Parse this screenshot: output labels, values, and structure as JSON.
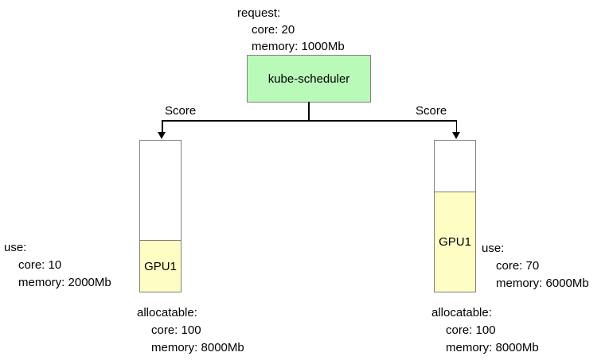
{
  "diagram": {
    "request": {
      "heading": "request:",
      "core": "core: 20",
      "memory": "memory: 1000Mb"
    },
    "scheduler": {
      "label": "kube-scheduler"
    },
    "edges": {
      "left": {
        "label": "Score"
      },
      "right": {
        "label": "Score"
      }
    },
    "nodes": [
      {
        "label": "GPU1",
        "use": {
          "heading": "use:",
          "core": "core: 10",
          "memory": "memory: 2000Mb"
        },
        "allocatable": {
          "heading": "allocatable:",
          "core": "core: 100",
          "memory": "memory: 8000Mb"
        }
      },
      {
        "label": "GPU1",
        "use": {
          "heading": "use:",
          "core": "core: 70",
          "memory": "memory: 6000Mb"
        },
        "allocatable": {
          "heading": "allocatable:",
          "core": "core: 100",
          "memory": "memory: 8000Mb"
        }
      }
    ],
    "colors": {
      "scheduler_fill": "#b9fab9",
      "usage_fill": "#fdfdc4",
      "box_border": "#7f7f7f",
      "connector": "#000000"
    }
  }
}
